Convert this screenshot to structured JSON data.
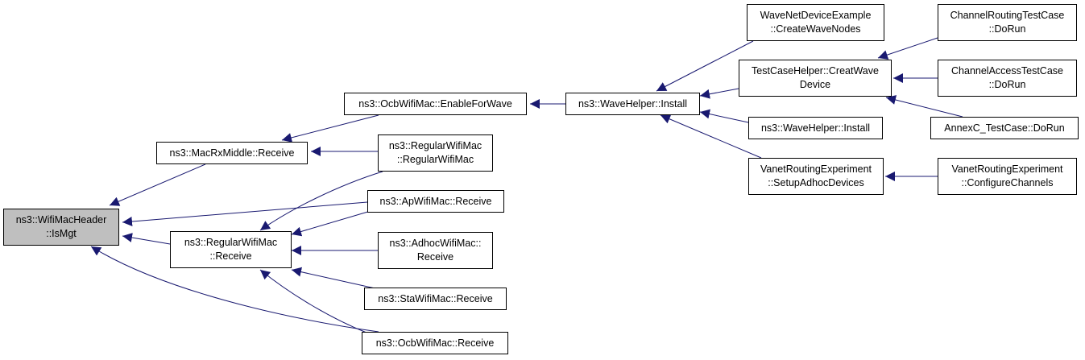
{
  "colors": {
    "edge": "#191970",
    "root_fill": "#bfbfbf",
    "node_fill": "#ffffff",
    "border": "#000000"
  },
  "nodes": {
    "is_mgt": {
      "lines": [
        "ns3::WifiMacHeader",
        "::IsMgt"
      ]
    },
    "macrx_receive": {
      "lines": [
        "ns3::MacRxMiddle::Receive"
      ]
    },
    "regular_receive": {
      "lines": [
        "ns3::RegularWifiMac",
        "::Receive"
      ]
    },
    "ocb_enable": {
      "lines": [
        "ns3::OcbWifiMac::EnableForWave"
      ]
    },
    "regular_ctor": {
      "lines": [
        "ns3::RegularWifiMac",
        "::RegularWifiMac"
      ]
    },
    "ap_receive": {
      "lines": [
        "ns3::ApWifiMac::Receive"
      ]
    },
    "adhoc_receive": {
      "lines": [
        "ns3::AdhocWifiMac::",
        "Receive"
      ]
    },
    "sta_receive": {
      "lines": [
        "ns3::StaWifiMac::Receive"
      ]
    },
    "ocb_receive": {
      "lines": [
        "ns3::OcbWifiMac::Receive"
      ]
    },
    "wavehelper_install_a": {
      "lines": [
        "ns3::WaveHelper::Install"
      ]
    },
    "wavenet_create": {
      "lines": [
        "WaveNetDeviceExample",
        "::CreateWaveNodes"
      ]
    },
    "testcase_creat": {
      "lines": [
        "TestCaseHelper::CreatWave",
        "Device"
      ]
    },
    "wavehelper_install_b": {
      "lines": [
        "ns3::WaveHelper::Install"
      ]
    },
    "vanet_setup": {
      "lines": [
        "VanetRoutingExperiment",
        "::SetupAdhocDevices"
      ]
    },
    "channel_routing": {
      "lines": [
        "ChannelRoutingTestCase",
        "::DoRun"
      ]
    },
    "channel_access": {
      "lines": [
        "ChannelAccessTestCase",
        "::DoRun"
      ]
    },
    "annexc": {
      "lines": [
        "AnnexC_TestCase::DoRun"
      ]
    },
    "vanet_configure": {
      "lines": [
        "VanetRoutingExperiment",
        "::ConfigureChannels"
      ]
    }
  }
}
